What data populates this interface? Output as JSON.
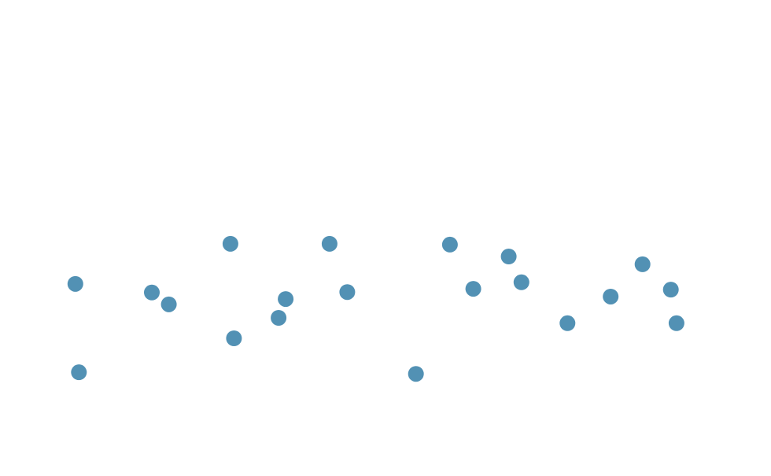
{
  "chart_data": {
    "type": "scatter",
    "title": "",
    "xlabel": "",
    "ylabel": "",
    "xlim": [
      0,
      100
    ],
    "ylim": [
      0,
      100
    ],
    "grid": false,
    "axes_visible": false,
    "marker_color": "#5291b4",
    "points": [
      {
        "x": 6.2,
        "y": 38.3
      },
      {
        "x": 6.7,
        "y": 16.7
      },
      {
        "x": 17.0,
        "y": 36.2
      },
      {
        "x": 19.4,
        "y": 33.3
      },
      {
        "x": 28.1,
        "y": 48.1
      },
      {
        "x": 28.6,
        "y": 25.0
      },
      {
        "x": 34.9,
        "y": 30.0
      },
      {
        "x": 35.9,
        "y": 34.6
      },
      {
        "x": 42.1,
        "y": 48.1
      },
      {
        "x": 44.6,
        "y": 36.3
      },
      {
        "x": 54.3,
        "y": 16.3
      },
      {
        "x": 59.1,
        "y": 47.9
      },
      {
        "x": 62.4,
        "y": 37.1
      },
      {
        "x": 67.4,
        "y": 45.0
      },
      {
        "x": 69.2,
        "y": 38.7
      },
      {
        "x": 75.7,
        "y": 28.7
      },
      {
        "x": 81.8,
        "y": 35.2
      },
      {
        "x": 86.3,
        "y": 43.1
      },
      {
        "x": 90.3,
        "y": 36.9
      },
      {
        "x": 91.1,
        "y": 28.7
      }
    ]
  }
}
